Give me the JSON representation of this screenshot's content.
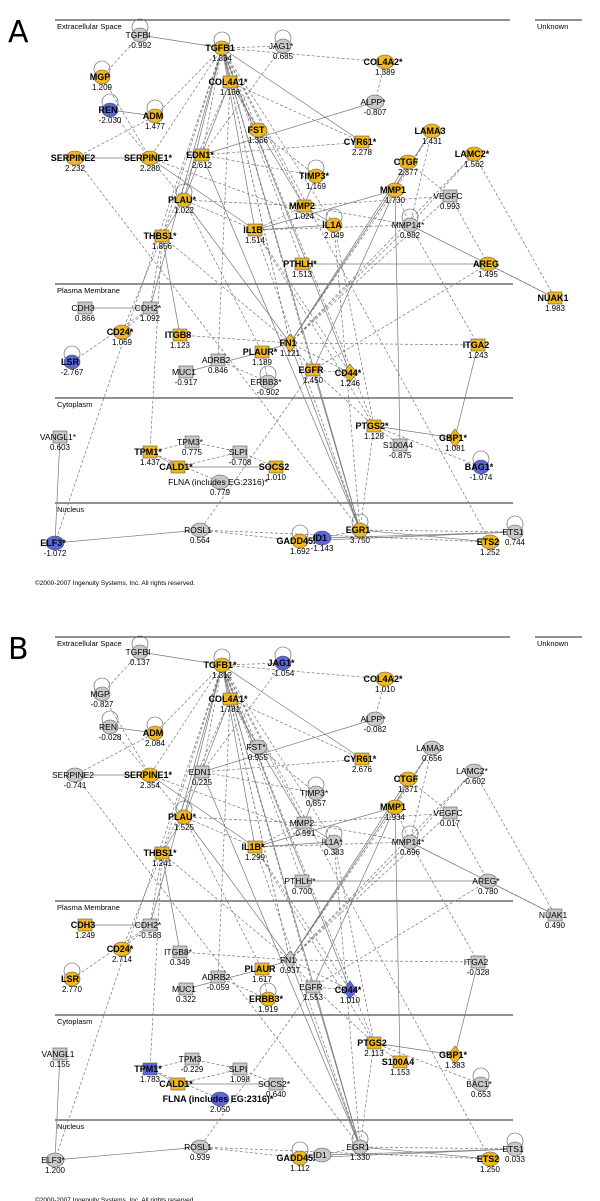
{
  "colors": {
    "up": "#f0b81e",
    "down": "#5a67d8",
    "none": "#c8c8c8",
    "edge": "#777777",
    "separator": "#222222"
  },
  "icons": {
    "up": "upregulated-node-icon",
    "down": "downregulated-node-icon",
    "none": "unchanged-node-icon"
  },
  "panels": [
    {
      "letter": "A",
      "copyright": "©2000-2007 Ingenuity Systems, Inc. All rights reserved.",
      "compartments": [
        "Extracellular Space",
        "Plasma Membrane",
        "Cytoplasm",
        "Nucleus"
      ],
      "unknown": "Unknown",
      "nodes": [
        {
          "n": "TGFBI",
          "v": "-0.992",
          "c": "none"
        },
        {
          "n": "TGFB1",
          "v": "1.334",
          "c": "up"
        },
        {
          "n": "JAG1*",
          "v": "0.685",
          "c": "none"
        },
        {
          "n": "COL4A2*",
          "v": "1.389",
          "c": "up"
        },
        {
          "n": "MGP",
          "v": "1.209",
          "c": "up"
        },
        {
          "n": "COL4A1*",
          "v": "1.156",
          "c": "up"
        },
        {
          "n": "REN",
          "v": "-2.030",
          "c": "down"
        },
        {
          "n": "ADM",
          "v": "1.477",
          "c": "up"
        },
        {
          "n": "ALPP*",
          "v": "-0.807",
          "c": "none"
        },
        {
          "n": "FST",
          "v": "1.366",
          "c": "up"
        },
        {
          "n": "CYR61*",
          "v": "2.278",
          "c": "up"
        },
        {
          "n": "LAMA3",
          "v": "1.431",
          "c": "up"
        },
        {
          "n": "LAMC2*",
          "v": "1.562",
          "c": "up"
        },
        {
          "n": "SERPINE2",
          "v": "2.232",
          "c": "up"
        },
        {
          "n": "SERPINE1*",
          "v": "2.280",
          "c": "up"
        },
        {
          "n": "CTGF",
          "v": "2.377",
          "c": "up"
        },
        {
          "n": "EDN1*",
          "v": "2.612",
          "c": "up"
        },
        {
          "n": "TIMP3*",
          "v": "1.169",
          "c": "up"
        },
        {
          "n": "MMP1",
          "v": "1.730",
          "c": "up"
        },
        {
          "n": "PLAU*",
          "v": "1.022",
          "c": "up"
        },
        {
          "n": "MMP2",
          "v": "1.024",
          "c": "up"
        },
        {
          "n": "VEGFC",
          "v": "0.993",
          "c": "none"
        },
        {
          "n": "THBS1*",
          "v": "1.856",
          "c": "up"
        },
        {
          "n": "IL1B",
          "v": "1.514",
          "c": "up"
        },
        {
          "n": "IL1A",
          "v": "2.049",
          "c": "up"
        },
        {
          "n": "MMP14*",
          "v": "0.982",
          "c": "none"
        },
        {
          "n": "PTHLH*",
          "v": "1.513",
          "c": "up"
        },
        {
          "n": "AREG",
          "v": "1.495",
          "c": "up"
        },
        {
          "n": "NUAK1",
          "v": "1.983",
          "c": "up"
        },
        {
          "n": "CDH3",
          "v": "0.866",
          "c": "none"
        },
        {
          "n": "CDH2*",
          "v": "1.092",
          "c": "none"
        },
        {
          "n": "CD24*",
          "v": "1.069",
          "c": "up"
        },
        {
          "n": "ITGB8",
          "v": "1.123",
          "c": "up"
        },
        {
          "n": "PLAUR*",
          "v": "1.189",
          "c": "up"
        },
        {
          "n": "FN1",
          "v": "1.121",
          "c": "up"
        },
        {
          "n": "ADRB2",
          "v": "0.846",
          "c": "none"
        },
        {
          "n": "LSR",
          "v": "-2.767",
          "c": "down"
        },
        {
          "n": "MUC1",
          "v": "-0.917",
          "c": "none"
        },
        {
          "n": "ERBB3*",
          "v": "-0.902",
          "c": "none"
        },
        {
          "n": "EGFR",
          "v": "1.450",
          "c": "up"
        },
        {
          "n": "CD44*",
          "v": "1.246",
          "c": "up"
        },
        {
          "n": "ITGA2",
          "v": "1.243",
          "c": "up"
        },
        {
          "n": "VANGL1*",
          "v": "0.603",
          "c": "none"
        },
        {
          "n": "TPM1*",
          "v": "1.437",
          "c": "up"
        },
        {
          "n": "TPM3*",
          "v": "0.775",
          "c": "none"
        },
        {
          "n": "SLPI",
          "v": "-0.708",
          "c": "none"
        },
        {
          "n": "PTGS2*",
          "v": "1.128",
          "c": "up"
        },
        {
          "n": "S100A4",
          "v": "-0.875",
          "c": "none"
        },
        {
          "n": "GBP1*",
          "v": "1.081",
          "c": "up"
        },
        {
          "n": "CALD1*",
          "v": "",
          "c": "up"
        },
        {
          "n": "SOCS2",
          "v": "1.010",
          "c": "up"
        },
        {
          "n": "BAG1*",
          "v": "-1.074",
          "c": "down"
        },
        {
          "n": "FLNA (includes EG:2316)*",
          "v": "0.779",
          "c": "none"
        },
        {
          "n": "ELF3*",
          "v": "-1.072",
          "c": "down"
        },
        {
          "n": "ROSL1",
          "v": "0.564",
          "c": "none"
        },
        {
          "n": "GADD45A",
          "v": "1.692",
          "c": "up"
        },
        {
          "n": "ID1",
          "v": "-1.143",
          "c": "down"
        },
        {
          "n": "EGR1",
          "v": "3.750",
          "c": "up"
        },
        {
          "n": "ETS2",
          "v": "1.252",
          "c": "up"
        },
        {
          "n": "ETS1",
          "v": "0.744",
          "c": "none"
        }
      ]
    },
    {
      "letter": "B",
      "copyright": "©2000-2007 Ingenuity Systems, Inc. All rights reserved.",
      "compartments": [
        "Extracellular Space",
        "Plasma Membrane",
        "Cytoplasm",
        "Nucleus"
      ],
      "unknown": "Unknown",
      "nodes": [
        {
          "n": "TGFBI",
          "v": "0.137",
          "c": "none"
        },
        {
          "n": "TGFB1*",
          "v": "1.312",
          "c": "up"
        },
        {
          "n": "JAG1*",
          "v": "-1.054",
          "c": "down"
        },
        {
          "n": "COL4A2*",
          "v": "1.010",
          "c": "up"
        },
        {
          "n": "MGP",
          "v": "-0.827",
          "c": "none"
        },
        {
          "n": "COL4A1*",
          "v": "1.781",
          "c": "up"
        },
        {
          "n": "REN",
          "v": "-0.028",
          "c": "none"
        },
        {
          "n": "ADM",
          "v": "2.084",
          "c": "up"
        },
        {
          "n": "ALPP*",
          "v": "-0.082",
          "c": "none"
        },
        {
          "n": "FST*",
          "v": "0.955",
          "c": "none"
        },
        {
          "n": "CYR61*",
          "v": "2.676",
          "c": "up"
        },
        {
          "n": "LAMA3",
          "v": "0.656",
          "c": "none"
        },
        {
          "n": "LAMC2*",
          "v": "-0.602",
          "c": "none"
        },
        {
          "n": "SERPINE2",
          "v": "-0.741",
          "c": "none"
        },
        {
          "n": "SERPINE1*",
          "v": "2.354",
          "c": "up"
        },
        {
          "n": "CTGF",
          "v": "1.371",
          "c": "up"
        },
        {
          "n": "EDN1",
          "v": "0.225",
          "c": "none"
        },
        {
          "n": "TIMP3*",
          "v": "0.857",
          "c": "none"
        },
        {
          "n": "MMP1",
          "v": "1.934",
          "c": "up"
        },
        {
          "n": "PLAU*",
          "v": "1.525",
          "c": "up"
        },
        {
          "n": "MMP2",
          "v": "-0.591",
          "c": "none"
        },
        {
          "n": "VEGFC",
          "v": "0.017",
          "c": "none"
        },
        {
          "n": "THBS1*",
          "v": "1.241",
          "c": "up"
        },
        {
          "n": "IL1B*",
          "v": "1.299",
          "c": "up"
        },
        {
          "n": "IL1A*",
          "v": "0.383",
          "c": "none"
        },
        {
          "n": "MMP14*",
          "v": "0.696",
          "c": "none"
        },
        {
          "n": "PTHLH*",
          "v": "0.700",
          "c": "none"
        },
        {
          "n": "AREG*",
          "v": "0.780",
          "c": "none"
        },
        {
          "n": "NUAK1",
          "v": "0.490",
          "c": "none"
        },
        {
          "n": "CDH3",
          "v": "1.249",
          "c": "up"
        },
        {
          "n": "CDH2*",
          "v": "-0.583",
          "c": "none"
        },
        {
          "n": "CD24*",
          "v": "2.714",
          "c": "up"
        },
        {
          "n": "ITGB8*",
          "v": "0.349",
          "c": "none"
        },
        {
          "n": "PLAUR",
          "v": "1.617",
          "c": "up"
        },
        {
          "n": "FN1",
          "v": "0.937",
          "c": "none"
        },
        {
          "n": "ADRB2",
          "v": "-0.059",
          "c": "none"
        },
        {
          "n": "LSR",
          "v": "2.770",
          "c": "up"
        },
        {
          "n": "MUC1",
          "v": "0.322",
          "c": "none"
        },
        {
          "n": "ERBB3*",
          "v": "1.919",
          "c": "up"
        },
        {
          "n": "EGFR",
          "v": "1.553",
          "c": "none"
        },
        {
          "n": "CD44*",
          "v": "1.010",
          "c": "down"
        },
        {
          "n": "ITGA2",
          "v": "-0.328",
          "c": "none"
        },
        {
          "n": "VANGL1",
          "v": "0.155",
          "c": "none"
        },
        {
          "n": "TPM1*",
          "v": "1.783",
          "c": "down"
        },
        {
          "n": "TPM3",
          "v": "-0.229",
          "c": "none"
        },
        {
          "n": "SLPI",
          "v": "1.098",
          "c": "none"
        },
        {
          "n": "PTGS2",
          "v": "2.113",
          "c": "up"
        },
        {
          "n": "S100A4",
          "v": "1.153",
          "c": "up"
        },
        {
          "n": "GBP1*",
          "v": "1.383",
          "c": "up"
        },
        {
          "n": "CALD1*",
          "v": "",
          "c": "up"
        },
        {
          "n": "SOCS2*",
          "v": "0.640",
          "c": "none"
        },
        {
          "n": "BAC1*",
          "v": "0.653",
          "c": "none"
        },
        {
          "n": "FLNA (includes EG:2316)*",
          "v": "2.050",
          "c": "down"
        },
        {
          "n": "ELF3*",
          "v": "1.200",
          "c": "none"
        },
        {
          "n": "ROSL1",
          "v": "0.939",
          "c": "none"
        },
        {
          "n": "GADD45A",
          "v": "1.112",
          "c": "up"
        },
        {
          "n": "ID1",
          "v": "",
          "c": "none"
        },
        {
          "n": "EGR1",
          "v": "1.330",
          "c": "none"
        },
        {
          "n": "ETS2",
          "v": "1.250",
          "c": "up"
        },
        {
          "n": "ETS1",
          "v": "0.033",
          "c": "none"
        }
      ]
    }
  ],
  "edges": [
    [
      1,
      0
    ],
    [
      1,
      2
    ],
    [
      1,
      3
    ],
    [
      1,
      5
    ],
    [
      1,
      7
    ],
    [
      1,
      9
    ],
    [
      1,
      10
    ],
    [
      1,
      14
    ],
    [
      1,
      16
    ],
    [
      1,
      19
    ],
    [
      1,
      20
    ],
    [
      1,
      22
    ],
    [
      1,
      23
    ],
    [
      1,
      24
    ],
    [
      1,
      26
    ],
    [
      1,
      30
    ],
    [
      1,
      34
    ],
    [
      1,
      39
    ],
    [
      1,
      40
    ],
    [
      1,
      46
    ],
    [
      1,
      53
    ],
    [
      1,
      57
    ],
    [
      1,
      58
    ],
    [
      5,
      10
    ],
    [
      5,
      19
    ],
    [
      5,
      34
    ],
    [
      5,
      22
    ],
    [
      5,
      20
    ],
    [
      5,
      35
    ],
    [
      23,
      19
    ],
    [
      23,
      14
    ],
    [
      23,
      20
    ],
    [
      23,
      46
    ],
    [
      23,
      24
    ],
    [
      23,
      57
    ],
    [
      23,
      40
    ],
    [
      23,
      18
    ],
    [
      23,
      25
    ],
    [
      24,
      14
    ],
    [
      24,
      20
    ],
    [
      24,
      46
    ],
    [
      24,
      57
    ],
    [
      34,
      19
    ],
    [
      34,
      22
    ],
    [
      34,
      32
    ],
    [
      34,
      33
    ],
    [
      34,
      39
    ],
    [
      34,
      40
    ],
    [
      34,
      57
    ],
    [
      34,
      41
    ],
    [
      34,
      12
    ],
    [
      34,
      15
    ],
    [
      34,
      18
    ],
    [
      34,
      21
    ],
    [
      34,
      11
    ],
    [
      34,
      25
    ],
    [
      39,
      27
    ],
    [
      39,
      57
    ],
    [
      39,
      46
    ],
    [
      39,
      54
    ],
    [
      39,
      18
    ],
    [
      39,
      40
    ],
    [
      57,
      46
    ],
    [
      57,
      58
    ],
    [
      57,
      59
    ],
    [
      57,
      13
    ],
    [
      57,
      16
    ],
    [
      14,
      6
    ],
    [
      14,
      4
    ],
    [
      14,
      13
    ],
    [
      14,
      19
    ],
    [
      16,
      10
    ],
    [
      16,
      8
    ],
    [
      16,
      17
    ],
    [
      16,
      2
    ],
    [
      18,
      15
    ],
    [
      18,
      11
    ],
    [
      18,
      25
    ],
    [
      18,
      47
    ],
    [
      19,
      33
    ],
    [
      19,
      20
    ],
    [
      19,
      22
    ],
    [
      20,
      21
    ],
    [
      20,
      25
    ],
    [
      20,
      17
    ],
    [
      25,
      11
    ],
    [
      25,
      12
    ],
    [
      25,
      28
    ],
    [
      25,
      41
    ],
    [
      22,
      30
    ],
    [
      22,
      32
    ],
    [
      22,
      31
    ],
    [
      22,
      43
    ],
    [
      30,
      29
    ],
    [
      30,
      31
    ],
    [
      30,
      36
    ],
    [
      43,
      49
    ],
    [
      43,
      44
    ],
    [
      43,
      52
    ],
    [
      46,
      48
    ],
    [
      46,
      51
    ],
    [
      46,
      47
    ],
    [
      54,
      53
    ],
    [
      54,
      55
    ],
    [
      54,
      58
    ],
    [
      56,
      59
    ],
    [
      56,
      57
    ],
    [
      27,
      28
    ],
    [
      33,
      37
    ],
    [
      33,
      38
    ],
    [
      45,
      50
    ],
    [
      42,
      53
    ],
    [
      13,
      7
    ],
    [
      15,
      21
    ],
    [
      26,
      27
    ],
    [
      8,
      3
    ],
    [
      0,
      4
    ],
    [
      6,
      7
    ],
    [
      9,
      17
    ],
    [
      12,
      28
    ],
    [
      41,
      48
    ],
    [
      35,
      38
    ],
    [
      44,
      45
    ],
    [
      50,
      49
    ],
    [
      49,
      45
    ],
    [
      21,
      27
    ],
    [
      55,
      59
    ]
  ]
}
